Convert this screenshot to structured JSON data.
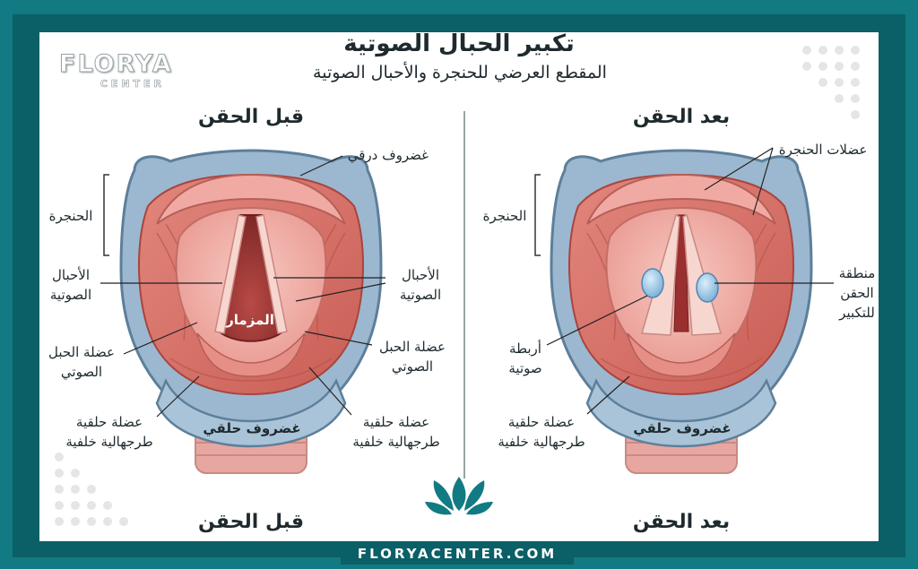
{
  "title": "تكبير الحبال الصوتية",
  "subtitle": "المقطع العرضي للحنجرة والأحبال الصوتية",
  "logo": {
    "word": "FLORYA",
    "sub": "CENTER"
  },
  "footer": {
    "url": "FLORYACENTER.COM"
  },
  "left_panel": {
    "heading_top": "قبل الحقن",
    "heading_bottom": "قبل الحقن",
    "labels": {
      "thyroid": "غضروف درقي",
      "larynx": "الحنجرة",
      "vocal_cords_left_l1": "الأحبال",
      "vocal_cords_left_l2": "الصوتية",
      "vocal_cords_right_l1": "الأحبال",
      "vocal_cords_right_l2": "الصوتية",
      "glottis": "المزمار",
      "vocal_muscle_left_l1": "عضلة الحبل",
      "vocal_muscle_left_l2": "الصوتي",
      "vocal_muscle_right_l1": "عضلة الحبل",
      "vocal_muscle_right_l2": "الصوتي",
      "pca_left_l1": "عضلة حلقية",
      "pca_left_l2": "طرجهالية خلفية",
      "pca_right_l1": "عضلة حلقية",
      "pca_right_l2": "طرجهالية خلفية",
      "cricoid": "غضروف حلقي"
    }
  },
  "right_panel": {
    "heading_top": "بعد الحقن",
    "heading_bottom": "بعد الحقن",
    "labels": {
      "larynx_muscles": "عضلات الحنجرة",
      "larynx": "الحنجرة",
      "injection_l1": "منطقة",
      "injection_l2": "الحقن",
      "injection_l3": "للتكبير",
      "ligaments_l1": "أربطة",
      "ligaments_l2": "صوتية",
      "pca_l1": "عضلة حلقية",
      "pca_l2": "طرجهالية خلفية",
      "cricoid": "غضروف حلقي"
    }
  },
  "colors": {
    "frame": "#127a82",
    "cartilage": "#9cb8d0",
    "muscle": "#d9776d",
    "mucosa": "#f4b7b0",
    "glottis": "#9a2f2f",
    "injection": "#a9cbe8"
  }
}
